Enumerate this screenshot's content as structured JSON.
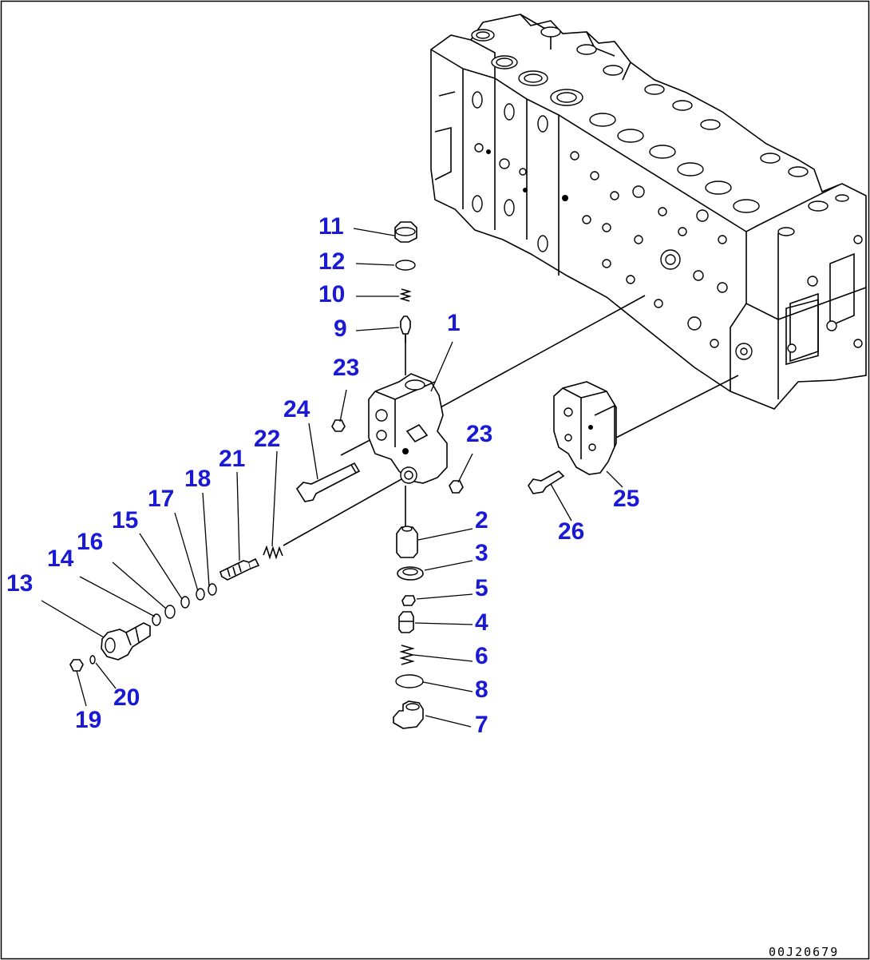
{
  "diagram": {
    "document_number": "00J20679",
    "callouts": [
      {
        "id": "1",
        "text": "1"
      },
      {
        "id": "2",
        "text": "2"
      },
      {
        "id": "3",
        "text": "3"
      },
      {
        "id": "4",
        "text": "4"
      },
      {
        "id": "5",
        "text": "5"
      },
      {
        "id": "6",
        "text": "6"
      },
      {
        "id": "7",
        "text": "7"
      },
      {
        "id": "8",
        "text": "8"
      },
      {
        "id": "9",
        "text": "9"
      },
      {
        "id": "10",
        "text": "10"
      },
      {
        "id": "11",
        "text": "11"
      },
      {
        "id": "12",
        "text": "12"
      },
      {
        "id": "13",
        "text": "13"
      },
      {
        "id": "14",
        "text": "14"
      },
      {
        "id": "15",
        "text": "15"
      },
      {
        "id": "16",
        "text": "16"
      },
      {
        "id": "17",
        "text": "17"
      },
      {
        "id": "18",
        "text": "18"
      },
      {
        "id": "19",
        "text": "19"
      },
      {
        "id": "20",
        "text": "20"
      },
      {
        "id": "21",
        "text": "21"
      },
      {
        "id": "22",
        "text": "22"
      },
      {
        "id": "23a",
        "text": "23"
      },
      {
        "id": "23b",
        "text": "23"
      },
      {
        "id": "24",
        "text": "24"
      },
      {
        "id": "25",
        "text": "25"
      },
      {
        "id": "26",
        "text": "26"
      }
    ]
  }
}
